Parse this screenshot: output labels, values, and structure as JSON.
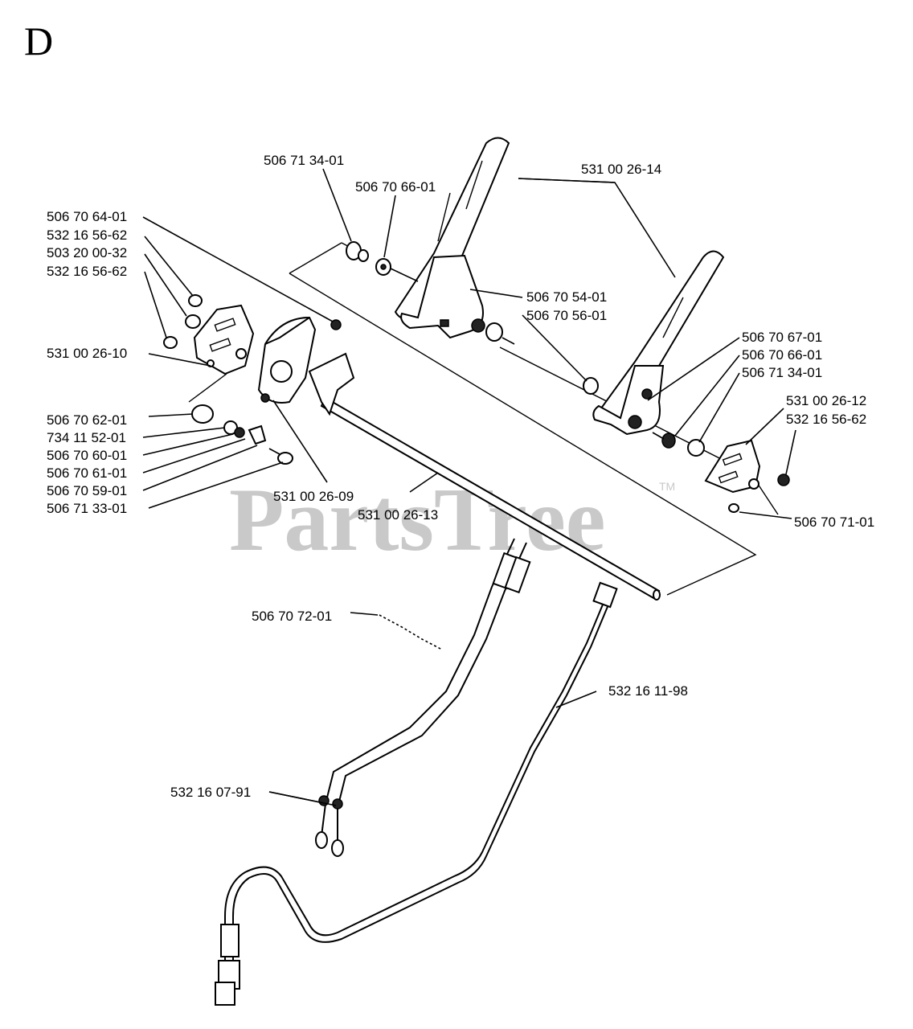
{
  "section": "D",
  "watermark": "PartsTree",
  "watermark_tm": "TM",
  "labels": {
    "l_506713401_a": "506 71 34-01",
    "l_506706601_a": "506 70 66-01",
    "l_531002614": "531 00 26-14",
    "l_506706401": "506 70 64-01",
    "l_532165662_a": "532 16 56-62",
    "l_503200032": "503 20 00-32",
    "l_532165662_b": "532 16 56-62",
    "l_531002610": "531 00 26-10",
    "l_506705401": "506 70 54-01",
    "l_506705601": "506 70 56-01",
    "l_506706701": "506 70 67-01",
    "l_506706601_b": "506 70 66-01",
    "l_506713401_b": "506 71 34-01",
    "l_531002612": "531 00 26-12",
    "l_532165662_c": "532 16 56-62",
    "l_506706201": "506 70 62-01",
    "l_734115201": "734 11 52-01",
    "l_506706001": "506 70 60-01",
    "l_506706101": "506 70 61-01",
    "l_506705901": "506 70 59-01",
    "l_506713301": "506 71 33-01",
    "l_531002609": "531 00 26-09",
    "l_531002613": "531 00 26-13",
    "l_506707101": "506 70 71-01",
    "l_506707201": "506 70 72-01",
    "l_532161198": "532 16 11-98",
    "l_532160791": "532 16 07-91"
  }
}
